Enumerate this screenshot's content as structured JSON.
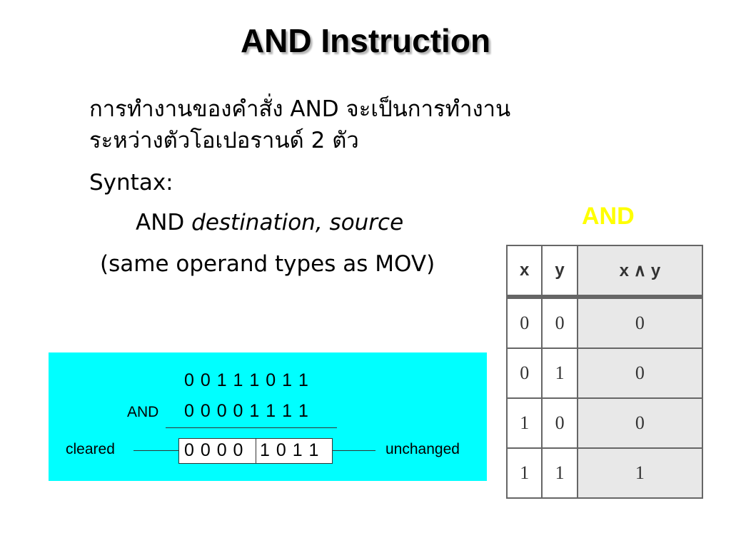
{
  "slide": {
    "title": "AND Instruction",
    "thai_line_1": "การทำงานของคำสั่ง AND จะเป็นการทำงาน",
    "thai_line_2": "ระหว่างตัวโอเปอรานด์ 2 ตัว",
    "syntax_label": "Syntax:",
    "syntax_keyword": "AND",
    "syntax_operands": "destination, source",
    "syntax_note": "(same operand types as MOV)"
  },
  "truth_table": {
    "title": "AND",
    "headers": [
      "x",
      "y",
      "x ∧ y"
    ],
    "rows": [
      [
        "0",
        "0",
        "0"
      ],
      [
        "0",
        "1",
        "0"
      ],
      [
        "1",
        "0",
        "0"
      ],
      [
        "1",
        "1",
        "1"
      ]
    ]
  },
  "example": {
    "operand1": "0 0 1 1 1 0 1 1",
    "operator": "AND",
    "operand2": "0 0 0 0 1 1 1 1",
    "result_cleared_bits": "0 0 0 0",
    "result_unchanged_bits": "1 0 1 1",
    "cleared_label": "cleared",
    "unchanged_label": "unchanged"
  },
  "colors": {
    "panel_background": "#00ffff",
    "truth_title": "#ffff00"
  }
}
